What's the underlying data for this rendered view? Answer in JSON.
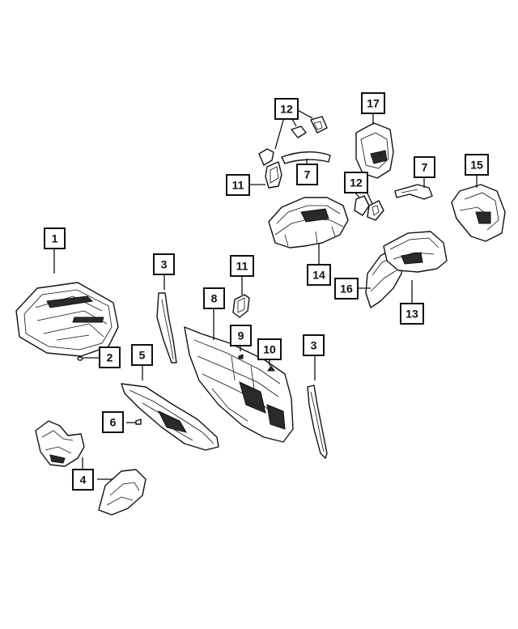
{
  "diagram": {
    "callouts": [
      {
        "id": "c1",
        "label": "1"
      },
      {
        "id": "c2",
        "label": "2"
      },
      {
        "id": "c3a",
        "label": "3"
      },
      {
        "id": "c3b",
        "label": "3"
      },
      {
        "id": "c4",
        "label": "4"
      },
      {
        "id": "c5",
        "label": "5"
      },
      {
        "id": "c6",
        "label": "6"
      },
      {
        "id": "c7a",
        "label": "7"
      },
      {
        "id": "c7b",
        "label": "7"
      },
      {
        "id": "c8",
        "label": "8"
      },
      {
        "id": "c9",
        "label": "9"
      },
      {
        "id": "c10",
        "label": "10"
      },
      {
        "id": "c11a",
        "label": "11"
      },
      {
        "id": "c11b",
        "label": "11"
      },
      {
        "id": "c12a",
        "label": "12"
      },
      {
        "id": "c12b",
        "label": "12"
      },
      {
        "id": "c13",
        "label": "13"
      },
      {
        "id": "c14",
        "label": "14"
      },
      {
        "id": "c15",
        "label": "15"
      },
      {
        "id": "c16",
        "label": "16"
      },
      {
        "id": "c17",
        "label": "17"
      }
    ]
  }
}
